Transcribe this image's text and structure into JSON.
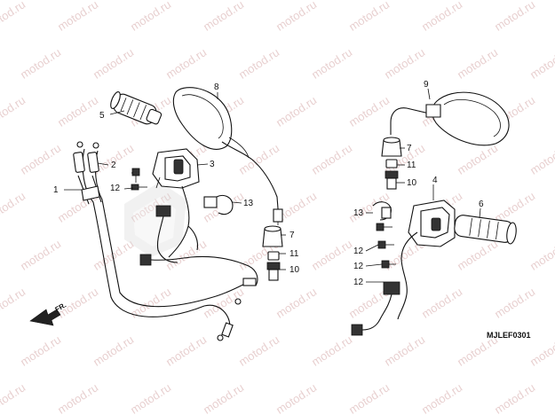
{
  "watermark": {
    "text": "motod.ru"
  },
  "diagram": {
    "code": "MJLEF0301",
    "front_marker": "FR.",
    "callouts": [
      {
        "key": "c1",
        "label": "1"
      },
      {
        "key": "c2",
        "label": "2"
      },
      {
        "key": "c3",
        "label": "3"
      },
      {
        "key": "c4",
        "label": "4"
      },
      {
        "key": "c5",
        "label": "5"
      },
      {
        "key": "c6",
        "label": "6"
      },
      {
        "key": "c7a",
        "label": "7"
      },
      {
        "key": "c7b",
        "label": "7"
      },
      {
        "key": "c8",
        "label": "8"
      },
      {
        "key": "c9",
        "label": "9"
      },
      {
        "key": "c10a",
        "label": "10"
      },
      {
        "key": "c10b",
        "label": "10"
      },
      {
        "key": "c11a",
        "label": "11"
      },
      {
        "key": "c11b",
        "label": "11"
      },
      {
        "key": "c12a",
        "label": "12"
      },
      {
        "key": "c12b",
        "label": "12"
      },
      {
        "key": "c12c",
        "label": "12"
      },
      {
        "key": "c12d",
        "label": "12"
      },
      {
        "key": "c13a",
        "label": "13"
      },
      {
        "key": "c13b",
        "label": "13"
      }
    ]
  }
}
